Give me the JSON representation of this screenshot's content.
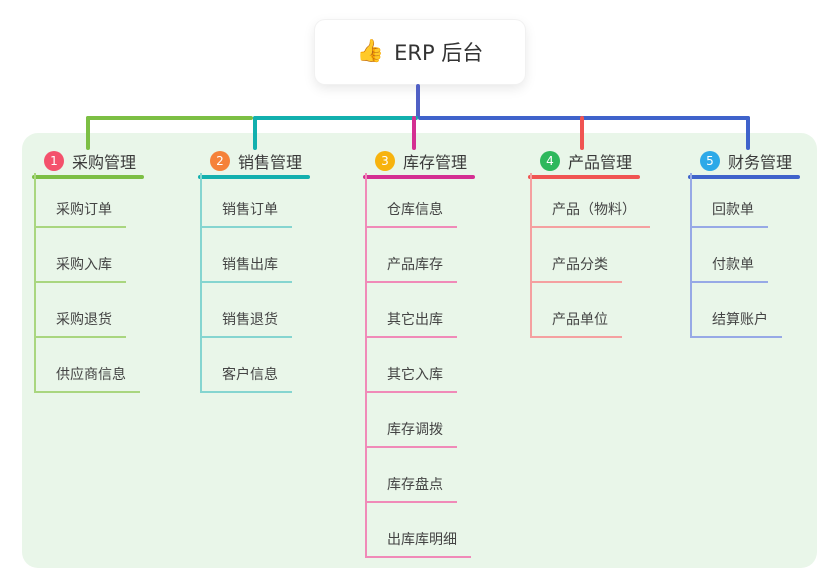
{
  "root": {
    "label": "ERP 后台",
    "icon": "thumbs-up-icon",
    "icon_char": "👍"
  },
  "palette": {
    "page_bg": "#ffffff",
    "panel_bg": "#e9f6e9",
    "root_line": "#5060c5",
    "header_text": "#3a3a3a",
    "child_text": "#444444"
  },
  "branches": [
    {
      "index": "1",
      "label": "采购管理",
      "badge_color": "#f4516c",
      "line_color": "#7cbf44",
      "child_line_color": "#a9d67f",
      "children": [
        "采购订单",
        "采购入库",
        "采购退货",
        "供应商信息"
      ]
    },
    {
      "index": "2",
      "label": "销售管理",
      "badge_color": "#f5823a",
      "line_color": "#12b0ae",
      "child_line_color": "#85d5d0",
      "children": [
        "销售订单",
        "销售出库",
        "销售退货",
        "客户信息"
      ]
    },
    {
      "index": "3",
      "label": "库存管理",
      "badge_color": "#f7b30e",
      "line_color": "#d42f92",
      "child_line_color": "#f08ab8",
      "children": [
        "仓库信息",
        "产品库存",
        "其它出库",
        "其它入库",
        "库存调拨",
        "库存盘点",
        "出库库明细"
      ]
    },
    {
      "index": "4",
      "label": "产品管理",
      "badge_color": "#2eb85c",
      "line_color": "#f05452",
      "child_line_color": "#f5a0a0",
      "children": [
        "产品（物料）",
        "产品分类",
        "产品单位"
      ]
    },
    {
      "index": "5",
      "label": "财务管理",
      "badge_color": "#2da9e8",
      "line_color": "#3f63cb",
      "child_line_color": "#97a9e6",
      "children": [
        "回款单",
        "付款单",
        "结算账户"
      ]
    }
  ]
}
